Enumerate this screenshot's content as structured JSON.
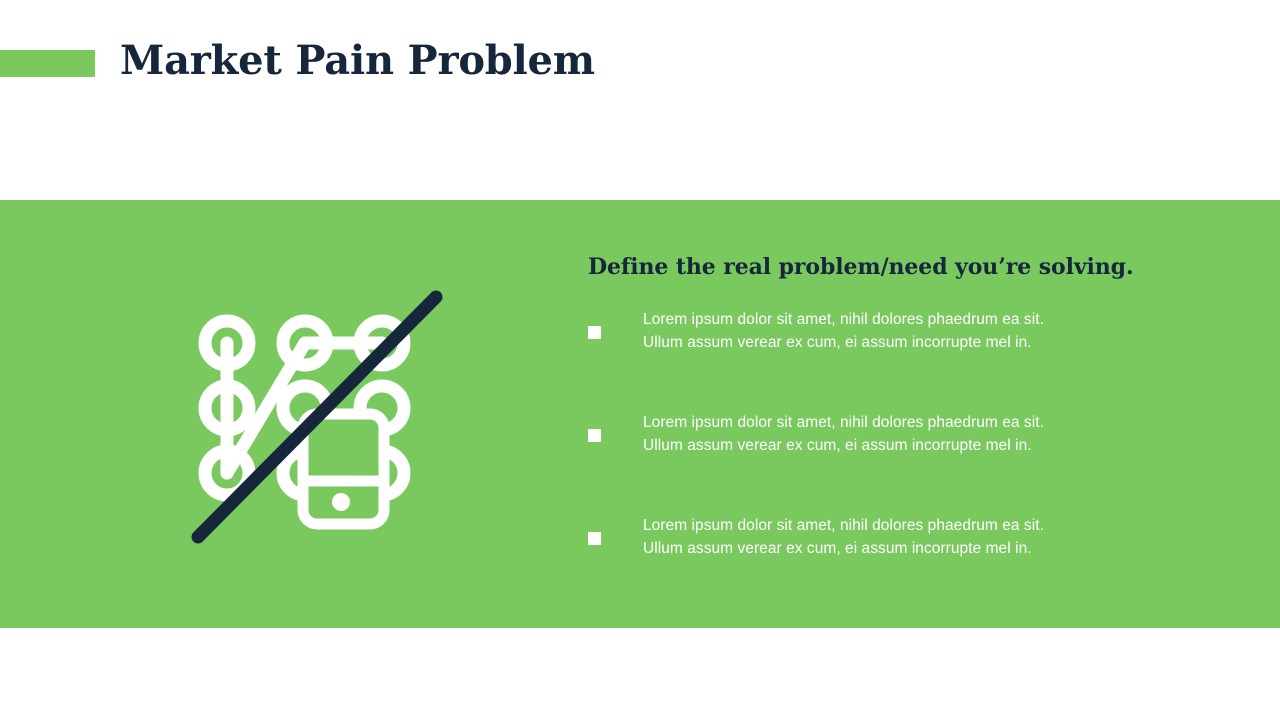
{
  "slide": {
    "title": "Market Pain Problem",
    "accent_color": "#79c95f",
    "dark_color": "#16273c",
    "panel_color": "#79c95f",
    "text_color": "#ffffff"
  },
  "content": {
    "subtitle": "Define the real problem/need you’re solving.",
    "bullets": [
      {
        "line1": "Lorem ipsum dolor sit amet, nihil dolores phaedrum ea sit.",
        "line2": "Ullum assum verear ex cum, ei assum incorrupte mel in."
      },
      {
        "line1": "Lorem ipsum dolor sit amet, nihil dolores phaedrum ea sit.",
        "line2": "Ullum assum verear ex cum, ei assum incorrupte mel in."
      },
      {
        "line1": "Lorem ipsum dolor sit amet, nihil dolores phaedrum ea sit.",
        "line2": "Ullum assum verear ex cum, ei assum incorrupte mel in."
      }
    ]
  },
  "icon": {
    "name": "phone-pattern-lock-disabled-icon",
    "stroke_color": "#ffffff",
    "slash_color": "#16273c"
  }
}
